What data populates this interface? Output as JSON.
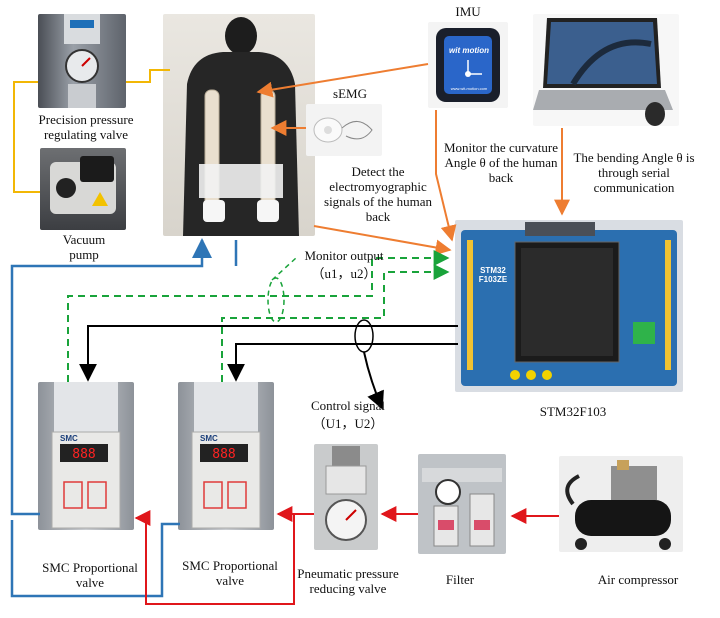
{
  "labels": {
    "precision_valve": "Precision pressure regulating valve",
    "vacuum_pump": "Vacuum pump",
    "imu": "IMU",
    "semg": "sEMG",
    "monitor_curvature": "Monitor the curvature Angle θ of the human back",
    "bending_angle": "The bending Angle θ is through serial communication",
    "detect_emg": "Detect the electromyographic signals of the human back",
    "monitor_output": "Monitor output",
    "monitor_output_vars": "（u1，u2）",
    "stm32": "STM32F103",
    "control_signal": "Control signal",
    "control_signal_vars": "（U1，U2）",
    "smc_valve_1": "SMC Proportional valve",
    "smc_valve_2": "SMC Proportional valve",
    "pneumatic_valve": "Pneumatic pressure reducing valve",
    "filter": "Filter",
    "air_compressor": "Air compressor"
  },
  "device_text": {
    "imu_brand": "wit motion",
    "imu_url": "www.wit-motion.com",
    "board_silk": "STM32 F103ZE",
    "smc_brand": "SMC"
  },
  "colors": {
    "orange_arrow": "#ee7d31",
    "blue_tube": "#2e75b6",
    "red_air": "#e0161b",
    "green_dashed": "#19a33a",
    "black_signal": "#000000",
    "yellow_tube": "#f2b705"
  }
}
